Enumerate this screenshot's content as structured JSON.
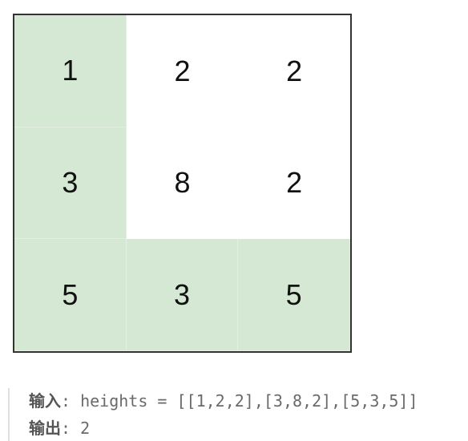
{
  "grid": {
    "cells": [
      {
        "value": "1",
        "highlighted": true
      },
      {
        "value": "2",
        "highlighted": false
      },
      {
        "value": "2",
        "highlighted": false
      },
      {
        "value": "3",
        "highlighted": true
      },
      {
        "value": "8",
        "highlighted": false
      },
      {
        "value": "2",
        "highlighted": false
      },
      {
        "value": "5",
        "highlighted": true
      },
      {
        "value": "3",
        "highlighted": true
      },
      {
        "value": "5",
        "highlighted": true
      }
    ],
    "highlight_color": "#d5e8d4"
  },
  "example": {
    "input_label": "输入",
    "input_text": ": heights = [[1,2,2],[3,8,2],[5,3,5]]",
    "output_label": "输出",
    "output_text": ": 2"
  }
}
